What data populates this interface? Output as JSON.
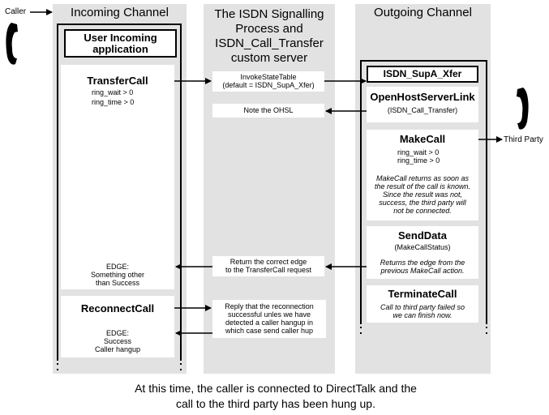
{
  "caller": {
    "label": "Caller"
  },
  "third_party": {
    "label": "Third Party"
  },
  "incoming": {
    "title": "Incoming Channel",
    "app_title": "User Incoming application",
    "transfer_call": {
      "title": "TransferCall",
      "lines": [
        "ring_wait > 0",
        "ring_time > 0"
      ]
    },
    "edge1": {
      "lines": [
        "EDGE:",
        "Something other",
        "than Success"
      ]
    },
    "reconnect": {
      "title": "ReconnectCall"
    },
    "edge2": {
      "lines": [
        "EDGE:",
        "Success",
        "Caller hangup"
      ]
    }
  },
  "signalling": {
    "title_lines": [
      "The ISDN Signalling",
      "Process and",
      "ISDN_Call_Transfer",
      "custom server"
    ],
    "invoke": {
      "lines": [
        "InvokeStateTable",
        "(default = ISDN_SupA_Xfer)"
      ]
    },
    "note_ohsl": {
      "text": "Note the OHSL"
    },
    "return_edge": {
      "lines": [
        "Return the correct edge",
        "to the TransferCall request"
      ]
    },
    "reply": {
      "lines": [
        "Reply that the reconnection",
        "successful unles we have",
        "detected a caller hangup in",
        "which case send caller hup"
      ]
    }
  },
  "outgoing": {
    "title": "Outgoing Channel",
    "app_title": "ISDN_SupA_Xfer",
    "ohsl": {
      "title": "OpenHostServerLink",
      "sub": "(ISDN_Call_Transfer)"
    },
    "makecall": {
      "title": "MakeCall",
      "lines": [
        "ring_wait > 0",
        "ring_time > 0"
      ],
      "note_lines": [
        "MakeCall returns as soon as",
        "the result of the call is known.",
        "Since the result was not,",
        "success, the third party will",
        "not be connected."
      ]
    },
    "senddata": {
      "title": "SendData",
      "sub": "(MakeCallStatus)",
      "note_lines": [
        "Returns the edge from  the",
        "previous MakeCall action."
      ]
    },
    "terminate": {
      "title": "TerminateCall",
      "note_lines": [
        "Call to third party failed so",
        "we can finish now."
      ]
    }
  },
  "caption": {
    "lines": [
      "At this time, the caller is connected to DirectTalk and the",
      "call to the third party has been hung up."
    ]
  },
  "icons": {
    "phone": "phone-handset-icon"
  }
}
